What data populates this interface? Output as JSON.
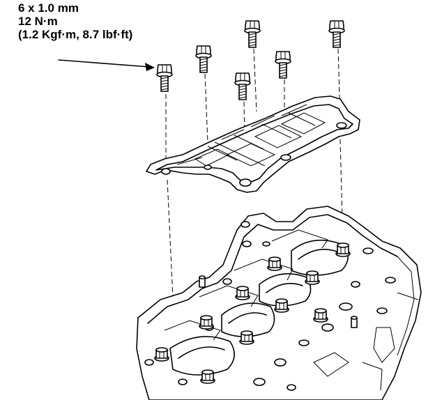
{
  "spec": {
    "thread": "6 x 1.0 mm",
    "torque_nm": "12 N·m",
    "torque_alt": "(1.2 Kgf·m, 8.7 lbf·ft)"
  }
}
